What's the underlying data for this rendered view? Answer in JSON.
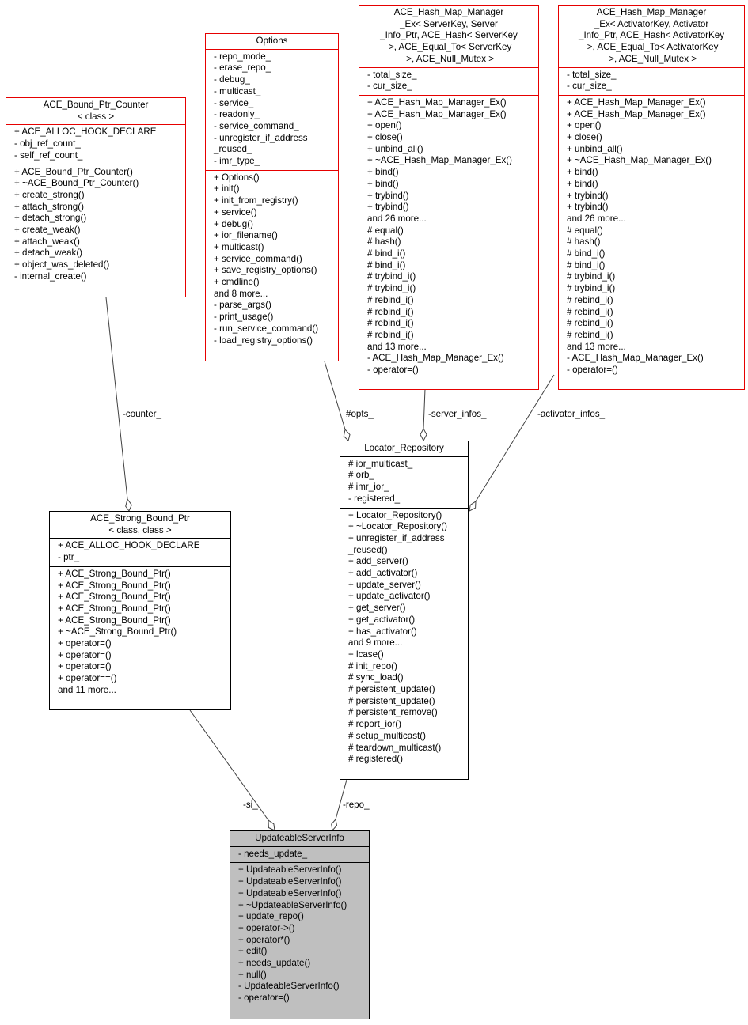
{
  "classes": {
    "bound_ptr_counter": {
      "title": [
        "ACE_Bound_Ptr_Counter",
        "< class >"
      ],
      "attributes": [
        "+ ACE_ALLOC_HOOK_DECLARE",
        "- obj_ref_count_",
        "- self_ref_count_"
      ],
      "methods": [
        "+ ACE_Bound_Ptr_Counter()",
        "+ ~ACE_Bound_Ptr_Counter()",
        "+ create_strong()",
        "+ attach_strong()",
        "+ detach_strong()",
        "+ create_weak()",
        "+ attach_weak()",
        "+ detach_weak()",
        "+ object_was_deleted()",
        "- internal_create()"
      ]
    },
    "options": {
      "title": [
        "Options"
      ],
      "attributes": [
        "- repo_mode_",
        "- erase_repo_",
        "- debug_",
        "- multicast_",
        "- service_",
        "- readonly_",
        "- service_command_",
        "- unregister_if_address",
        "_reused_",
        "- imr_type_"
      ],
      "methods": [
        "+ Options()",
        "+ init()",
        "+ init_from_registry()",
        "+ service()",
        "+ debug()",
        "+ ior_filename()",
        "+ multicast()",
        "+ service_command()",
        "+ save_registry_options()",
        "+ cmdline()",
        "and 8 more...",
        "- parse_args()",
        "- print_usage()",
        "- run_service_command()",
        "- load_registry_options()"
      ]
    },
    "hash_map_server": {
      "title": [
        "ACE_Hash_Map_Manager",
        "_Ex< ServerKey, Server",
        "_Info_Ptr, ACE_Hash< ServerKey",
        " >, ACE_Equal_To< ServerKey",
        " >, ACE_Null_Mutex >"
      ],
      "attributes": [
        "- total_size_",
        "- cur_size_"
      ],
      "methods": [
        "+ ACE_Hash_Map_Manager_Ex()",
        "+ ACE_Hash_Map_Manager_Ex()",
        "+ open()",
        "+ close()",
        "+ unbind_all()",
        "+ ~ACE_Hash_Map_Manager_Ex()",
        "+ bind()",
        "+ bind()",
        "+ trybind()",
        "+ trybind()",
        "and 26 more...",
        "# equal()",
        "# hash()",
        "# bind_i()",
        "# bind_i()",
        "# trybind_i()",
        "# trybind_i()",
        "# rebind_i()",
        "# rebind_i()",
        "# rebind_i()",
        "# rebind_i()",
        "and 13 more...",
        "- ACE_Hash_Map_Manager_Ex()",
        "- operator=()"
      ]
    },
    "hash_map_activator": {
      "title": [
        "ACE_Hash_Map_Manager",
        "_Ex< ActivatorKey, Activator",
        "_Info_Ptr, ACE_Hash< ActivatorKey",
        " >, ACE_Equal_To< ActivatorKey",
        " >, ACE_Null_Mutex >"
      ],
      "attributes": [
        "- total_size_",
        "- cur_size_"
      ],
      "methods": [
        "+ ACE_Hash_Map_Manager_Ex()",
        "+ ACE_Hash_Map_Manager_Ex()",
        "+ open()",
        "+ close()",
        "+ unbind_all()",
        "+ ~ACE_Hash_Map_Manager_Ex()",
        "+ bind()",
        "+ bind()",
        "+ trybind()",
        "+ trybind()",
        "and 26 more...",
        "# equal()",
        "# hash()",
        "# bind_i()",
        "# bind_i()",
        "# trybind_i()",
        "# trybind_i()",
        "# rebind_i()",
        "# rebind_i()",
        "# rebind_i()",
        "# rebind_i()",
        "and 13 more...",
        "- ACE_Hash_Map_Manager_Ex()",
        "- operator=()"
      ]
    },
    "strong_bound_ptr": {
      "title": [
        "ACE_Strong_Bound_Ptr",
        "< class, class >"
      ],
      "attributes": [
        "+ ACE_ALLOC_HOOK_DECLARE",
        "- ptr_"
      ],
      "methods": [
        "+ ACE_Strong_Bound_Ptr()",
        "+ ACE_Strong_Bound_Ptr()",
        "+ ACE_Strong_Bound_Ptr()",
        "+ ACE_Strong_Bound_Ptr()",
        "+ ACE_Strong_Bound_Ptr()",
        "+ ~ACE_Strong_Bound_Ptr()",
        "+ operator=()",
        "+ operator=()",
        "+ operator=()",
        "+ operator==()",
        "and 11 more..."
      ]
    },
    "locator_repository": {
      "title": [
        "Locator_Repository"
      ],
      "attributes": [
        "# ior_multicast_",
        "# orb_",
        "# imr_ior_",
        "- registered_"
      ],
      "methods": [
        "+ Locator_Repository()",
        "+ ~Locator_Repository()",
        "+ unregister_if_address",
        "_reused()",
        "+ add_server()",
        "+ add_activator()",
        "+ update_server()",
        "+ update_activator()",
        "+ get_server()",
        "+ get_activator()",
        "+ has_activator()",
        "and 9 more...",
        "+ lcase()",
        "# init_repo()",
        "# sync_load()",
        "# persistent_update()",
        "# persistent_update()",
        "# persistent_remove()",
        "# report_ior()",
        "# setup_multicast()",
        "# teardown_multicast()",
        "# registered()"
      ]
    },
    "updateable_server_info": {
      "title": [
        "UpdateableServerInfo"
      ],
      "attributes": [
        "- needs_update_"
      ],
      "methods": [
        "+ UpdateableServerInfo()",
        "+ UpdateableServerInfo()",
        "+ UpdateableServerInfo()",
        "+ ~UpdateableServerInfo()",
        "+ update_repo()",
        "+ operator->()",
        "+ operator*()",
        "+ edit()",
        "+ needs_update()",
        "+ null()",
        "- UpdateableServerInfo()",
        "- operator=()"
      ]
    }
  },
  "edges": {
    "counter": "-counter_",
    "opts": "#opts_",
    "server_infos": "-server_infos_",
    "activator_infos": "-activator_infos_",
    "si": "-si_",
    "repo": "-repo_"
  }
}
